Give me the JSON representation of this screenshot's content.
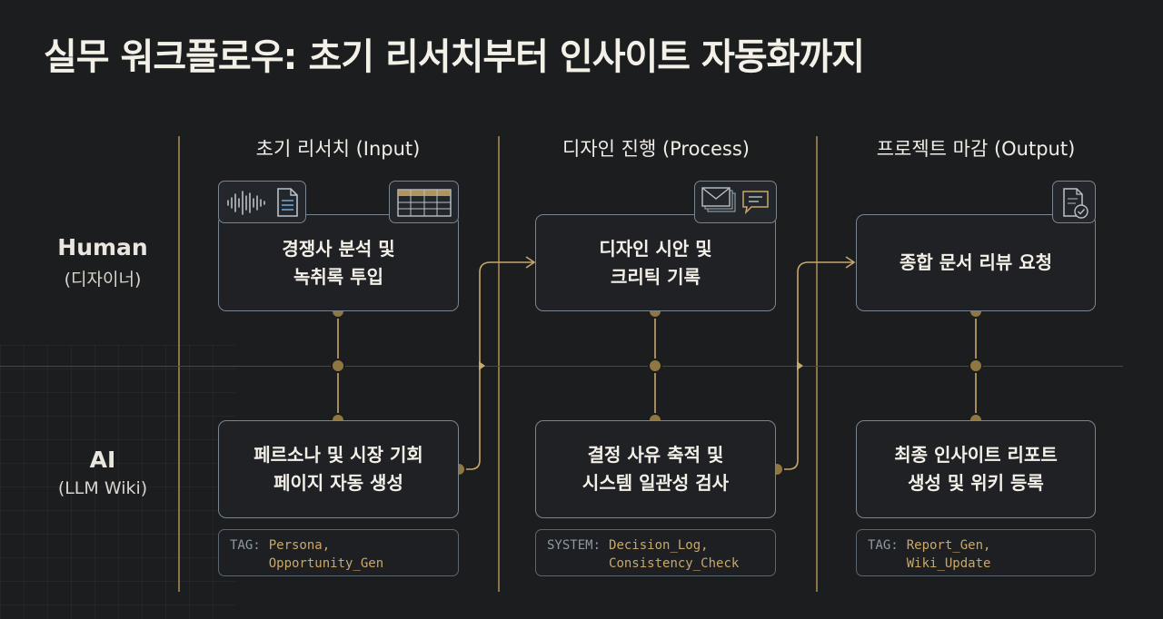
{
  "title": "실무 워크플로우: 초기 리서치부터 인사이트 자동화까지",
  "rows": {
    "human": {
      "label": "Human",
      "sub": "(디자이너)"
    },
    "ai": {
      "label": "AI",
      "sub": "(LLM Wiki)"
    }
  },
  "columns": [
    {
      "header": "초기 리서치 (Input)",
      "human_box": "경쟁사 분석 및\n녹취록 투입",
      "ai_box": "페르소나 및 시장 기회\n페이지 자동 생성",
      "tag_key": "TAG:",
      "tag_value": "Persona,\nOpportunity_Gen",
      "icons": [
        "audio-waveform-icon",
        "document-icon",
        "table-icon"
      ]
    },
    {
      "header": "디자인 진행 (Process)",
      "human_box": "디자인 시안 및\n크리틱 기록",
      "ai_box": "결정 사유 축적 및\n시스템 일관성 검사",
      "tag_key": "SYSTEM:",
      "tag_value": "Decision_Log,\nConsistency_Check",
      "icons": [
        "mail-stack-icon",
        "chat-bubble-icon"
      ]
    },
    {
      "header": "프로젝트 마감 (Output)",
      "human_box": "종합 문서 리뷰 요청",
      "ai_box": "최종 인사이트 리포트\n생성 및 위키 등록",
      "tag_key": "TAG:",
      "tag_value": "Report_Gen,\nWiki_Update",
      "icons": [
        "document-check-icon"
      ]
    }
  ],
  "colors": {
    "background": "#1c1d1f",
    "accent_gold": "#c9a86a",
    "divider_gold": "#8a7346",
    "box_border": "#7a8590",
    "swimlane_line": "#3b4a57"
  }
}
